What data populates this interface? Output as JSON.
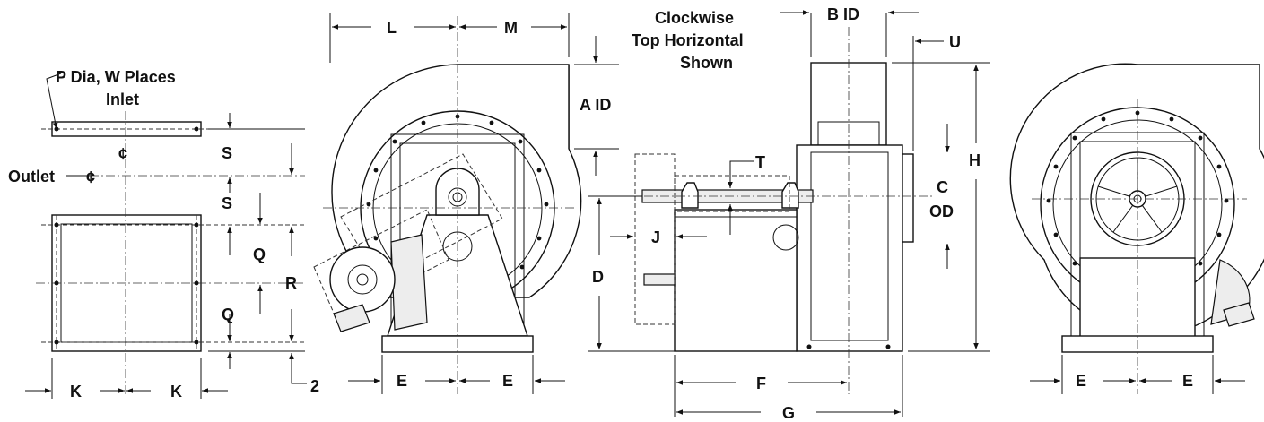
{
  "labels": {
    "flange_holes": "P Dia, W Places",
    "inlet": "Inlet",
    "outlet": "Outlet",
    "centerline": "¢",
    "s": "S",
    "q": "Q",
    "r": "R",
    "k": "K",
    "two": "2",
    "l": "L",
    "m": "M",
    "a_id": "A ID",
    "e": "E",
    "rotation_line1": "Clockwise",
    "rotation_line2": "Top Horizontal",
    "rotation_line3": "Shown",
    "b_id": "B ID",
    "u": "U",
    "t": "T",
    "j": "J",
    "d": "D",
    "c": "C",
    "od": "OD",
    "h": "H",
    "f": "F",
    "g": "G"
  },
  "colors": {
    "line": "#111111",
    "paper": "#ffffff",
    "shade": "#ededed"
  }
}
